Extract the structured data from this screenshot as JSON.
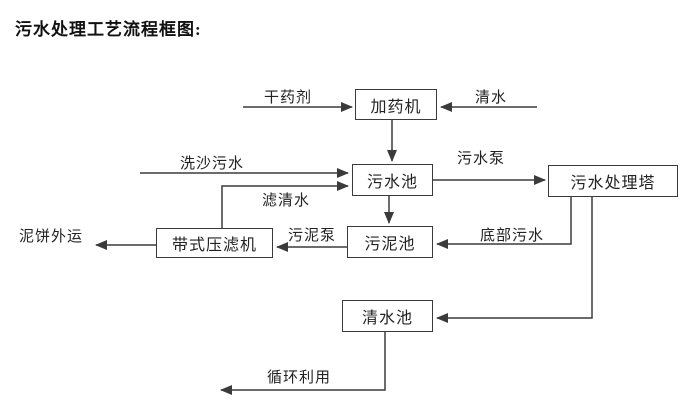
{
  "title": "污水处理工艺流程框图:",
  "colors": {
    "line": "#3b3b3b",
    "background": "#ffffff",
    "text": "#222222"
  },
  "nodes": [
    {
      "id": "dosing-machine",
      "label": "加药机"
    },
    {
      "id": "sewage-pool",
      "label": "污水池"
    },
    {
      "id": "sewage-treatment-tower",
      "label": "污水处理塔"
    },
    {
      "id": "sludge-pool",
      "label": "污泥池"
    },
    {
      "id": "belt-filter-press",
      "label": "带式压滤机"
    },
    {
      "id": "clean-water-pool",
      "label": "清水池"
    }
  ],
  "edge_labels": {
    "dry_chemical": "干药剂",
    "clean_water": "清水",
    "sand_washing_sewage": "洗沙污水",
    "filtered_water": "滤清水",
    "sewage_pump": "污水泵",
    "bottom_sewage": "底部污水",
    "sludge_pump": "污泥泵",
    "mud_cake_out": "泥饼外运",
    "recycle_use": "循环利用"
  }
}
